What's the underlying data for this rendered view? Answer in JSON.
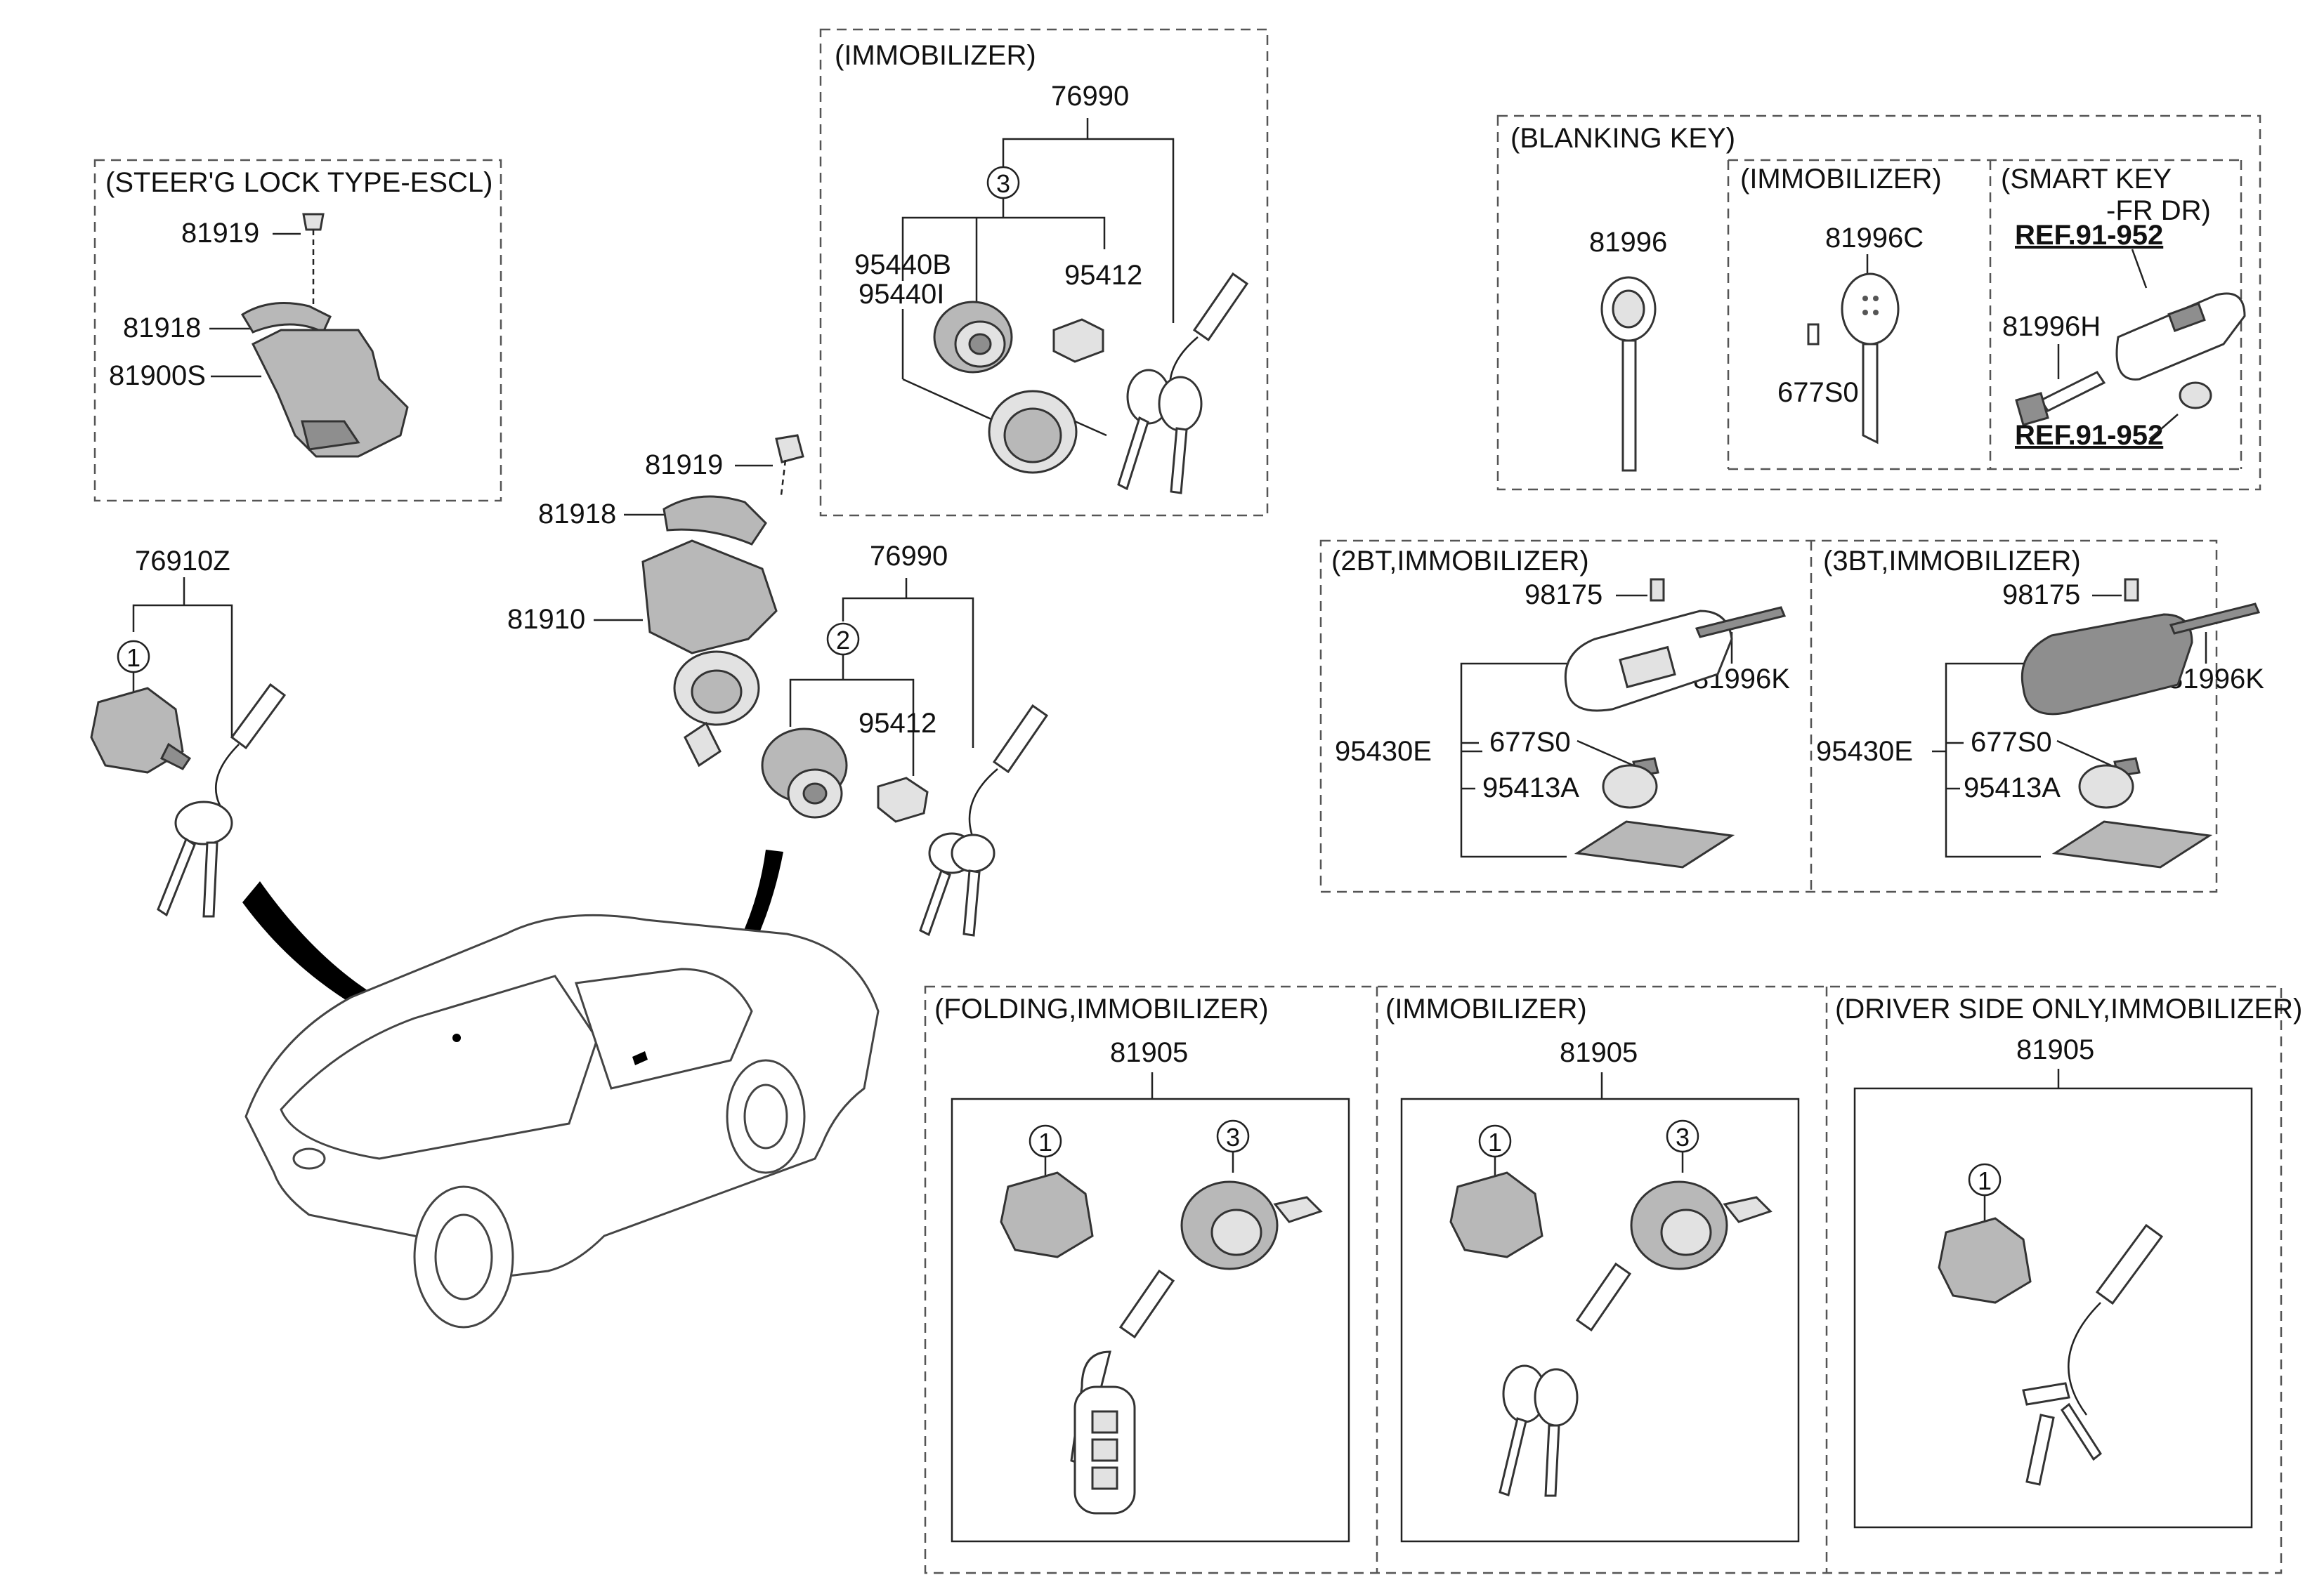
{
  "groups": {
    "steering_lock": "(STEER'G LOCK TYPE-ESCL)",
    "immobilizer_top": "(IMMOBILIZER)",
    "blanking_key": "(BLANKING KEY)",
    "blanking_immobilizer": "(IMMOBILIZER)",
    "smart_key": "(SMART KEY",
    "smart_key_sub": "-FR DR)",
    "bt2": "(2BT,IMMOBILIZER)",
    "bt3": "(3BT,IMMOBILIZER)",
    "folding": "(FOLDING,IMMOBILIZER)",
    "immobilizer_bottom": "(IMMOBILIZER)",
    "driver_side": "(DRIVER SIDE ONLY,IMMOBILIZER)"
  },
  "parts": {
    "p81919_a": "81919",
    "p81918_a": "81918",
    "p81900S": "81900S",
    "p76910Z": "76910Z",
    "p81919_b": "81919",
    "p81918_b": "81918",
    "p81910": "81910",
    "p76990_top": "76990",
    "p95440B": "95440B",
    "p95440I": "95440I",
    "p95412_top": "95412",
    "p76990_mid": "76990",
    "p95412_mid": "95412",
    "p81996": "81996",
    "p81996C": "81996C",
    "p677S0_blank": "677S0",
    "p81996H": "81996H",
    "ref_top": "REF.91-952",
    "ref_bottom": "REF.91-952",
    "p98175_2bt": "98175",
    "p81996K_2bt": "81996K",
    "p95430E_2bt": "95430E",
    "p677S0_2bt": "677S0",
    "p95413A_2bt": "95413A",
    "p98175_3bt": "98175",
    "p81996K_3bt": "81996K",
    "p95430E_3bt": "95430E",
    "p677S0_3bt": "677S0",
    "p95413A_3bt": "95413A",
    "p81905_folding": "81905",
    "p81905_immob": "81905",
    "p81905_driver": "81905"
  },
  "callouts": {
    "c1": "1",
    "c2": "2",
    "c3": "3"
  },
  "icons": [
    "steering-lock-icon",
    "ignition-cylinder-icon",
    "door-lock-cylinder-icon",
    "key-icon",
    "folding-key-icon",
    "smart-key-fob-icon",
    "battery-icon",
    "key-tag-icon",
    "vehicle-icon"
  ]
}
